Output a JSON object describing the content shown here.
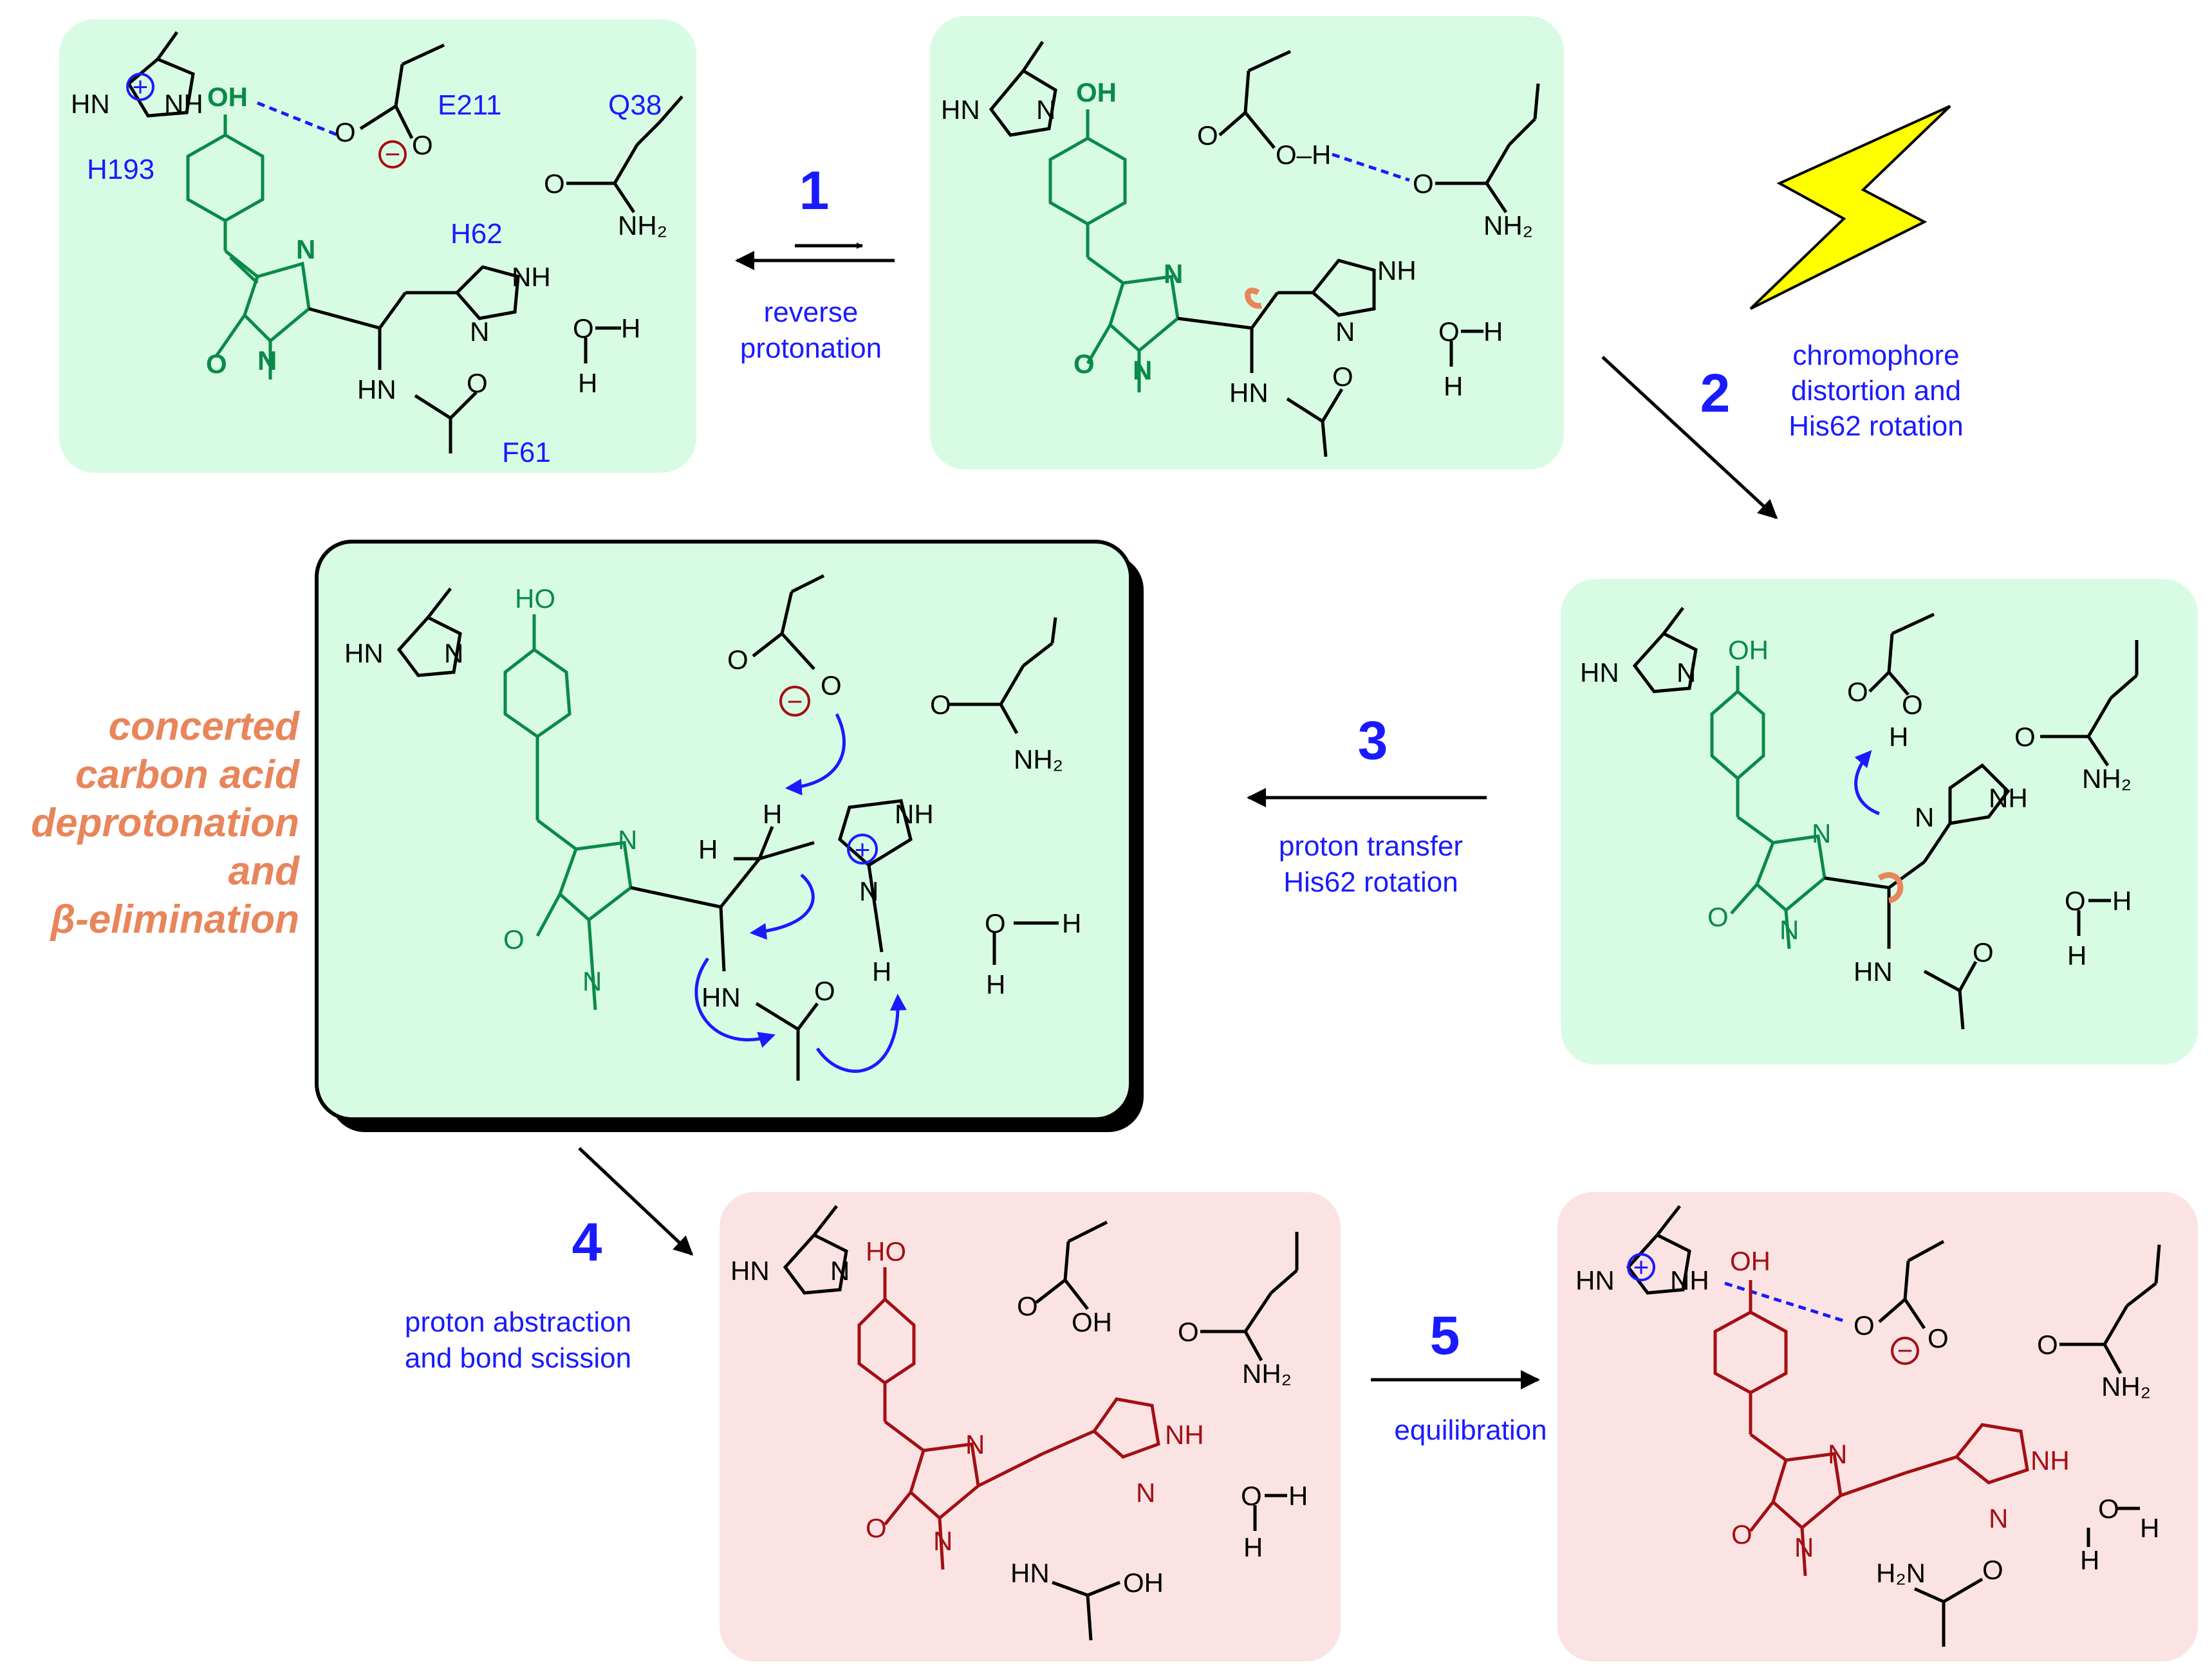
{
  "colors": {
    "green_panel": "#d8fbe3",
    "red_panel": "#fbe3e3",
    "green_chromophore": "#0a8a4a",
    "red_chromophore": "#a30f14",
    "label_blue": "#1a1aff",
    "side_text_orange": "#e8855a",
    "flash_yellow": "#ffff00",
    "rotation_orange": "#e8855a"
  },
  "residue_labels": {
    "h193": "H193",
    "e211": "E211",
    "q38": "Q38",
    "h62": "H62",
    "f61": "F61"
  },
  "atoms": {
    "hn": "HN",
    "nh": "NH",
    "oh": "OH",
    "ho": "HO",
    "o": "O",
    "n": "N",
    "h": "H",
    "nh2": "NH₂",
    "h2n": "H₂N",
    "o_h": "O–H",
    "hn_eq": "HN"
  },
  "charges": {
    "plus": "+",
    "minus": "−"
  },
  "steps": [
    {
      "number": "1",
      "caption_line1": "reverse",
      "caption_line2": "protonation"
    },
    {
      "number": "2",
      "caption_line1": "chromophore",
      "caption_line2": "distortion and",
      "caption_line3": "His62 rotation"
    },
    {
      "number": "3",
      "caption_line1": "proton transfer",
      "caption_line2": "His62 rotation"
    },
    {
      "number": "4",
      "caption_line1": "proton abstraction",
      "caption_line2": "and bond scission"
    },
    {
      "number": "5",
      "caption_line1": "equilibration"
    }
  ],
  "side_caption": [
    "concerted",
    "carbon acid",
    "deprotonation",
    "and",
    "β-elimination"
  ]
}
